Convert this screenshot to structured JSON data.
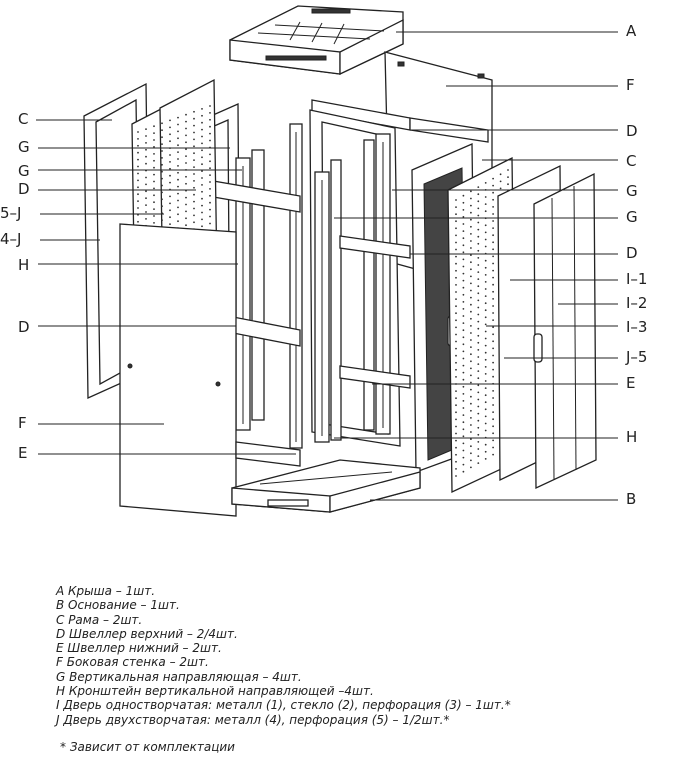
{
  "callouts": [
    "A",
    "F",
    "C",
    "D",
    "C",
    "G",
    "G",
    "G",
    "D",
    "5–J",
    "G",
    "4–J",
    "D",
    "H",
    "I–1",
    "I–2",
    "D",
    "I–3",
    "J–5",
    "E",
    "F",
    "H",
    "E",
    "B"
  ],
  "legend": [
    "A  Крыша – 1шт.",
    "B  Основание – 1шт.",
    "C  Рама – 2шт.",
    "D  Швеллер верхний – 2/4шт.",
    "E  Швеллер нижний – 2шт.",
    "F  Боковая стенка – 2шт.",
    "G  Вертикальная направляющая – 4шт.",
    "H  Кронштейн вертикальной направляющей –4шт.",
    "I  Дверь одностворчатая: металл (1), стекло (2), перфорация (3) – 1шт.*",
    "J  Дверь двухстворчатая: металл (4), перфорация (5) – 1/2шт.*"
  ],
  "footnote": "*  Зависит от комплектации"
}
